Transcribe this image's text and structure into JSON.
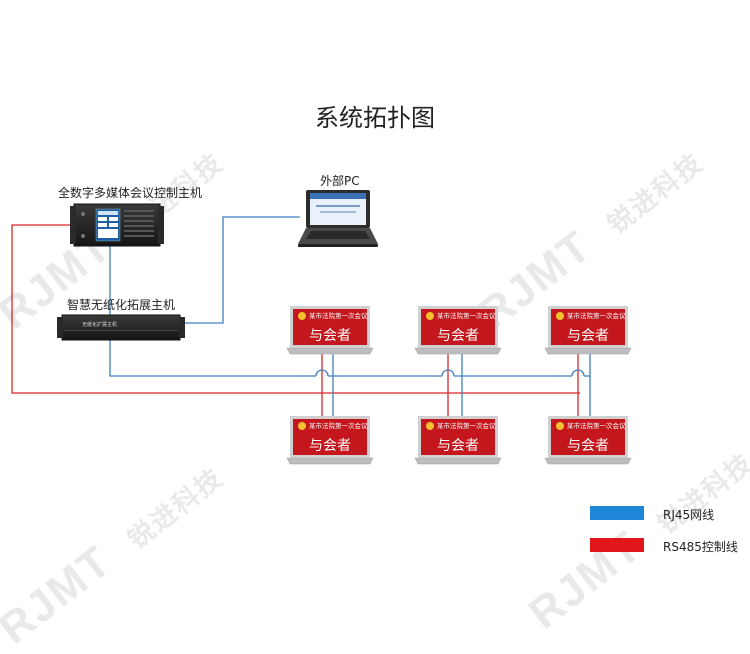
{
  "title": "系统拓扑图",
  "watermark": {
    "brand": "RJMT",
    "cn": "锐进科技"
  },
  "devices": {
    "main_host": {
      "label": "全数字多媒体会议控制主机"
    },
    "extension_host": {
      "label": "智慧无纸化拓展主机",
      "panel_text": "无纸化扩展主机"
    },
    "pc": {
      "label": "外部PC"
    }
  },
  "terminals": {
    "header": "某市法院第一次会议",
    "name": "与会者",
    "count": 6
  },
  "legend": [
    {
      "label": "RJ45网线",
      "color": "#1f86d8"
    },
    {
      "label": "RS485控制线",
      "color": "#e0161b"
    }
  ],
  "colors": {
    "blue_line": "#3f7fc4",
    "red_line": "#d9262b",
    "terminal_red": "#c3161d"
  }
}
